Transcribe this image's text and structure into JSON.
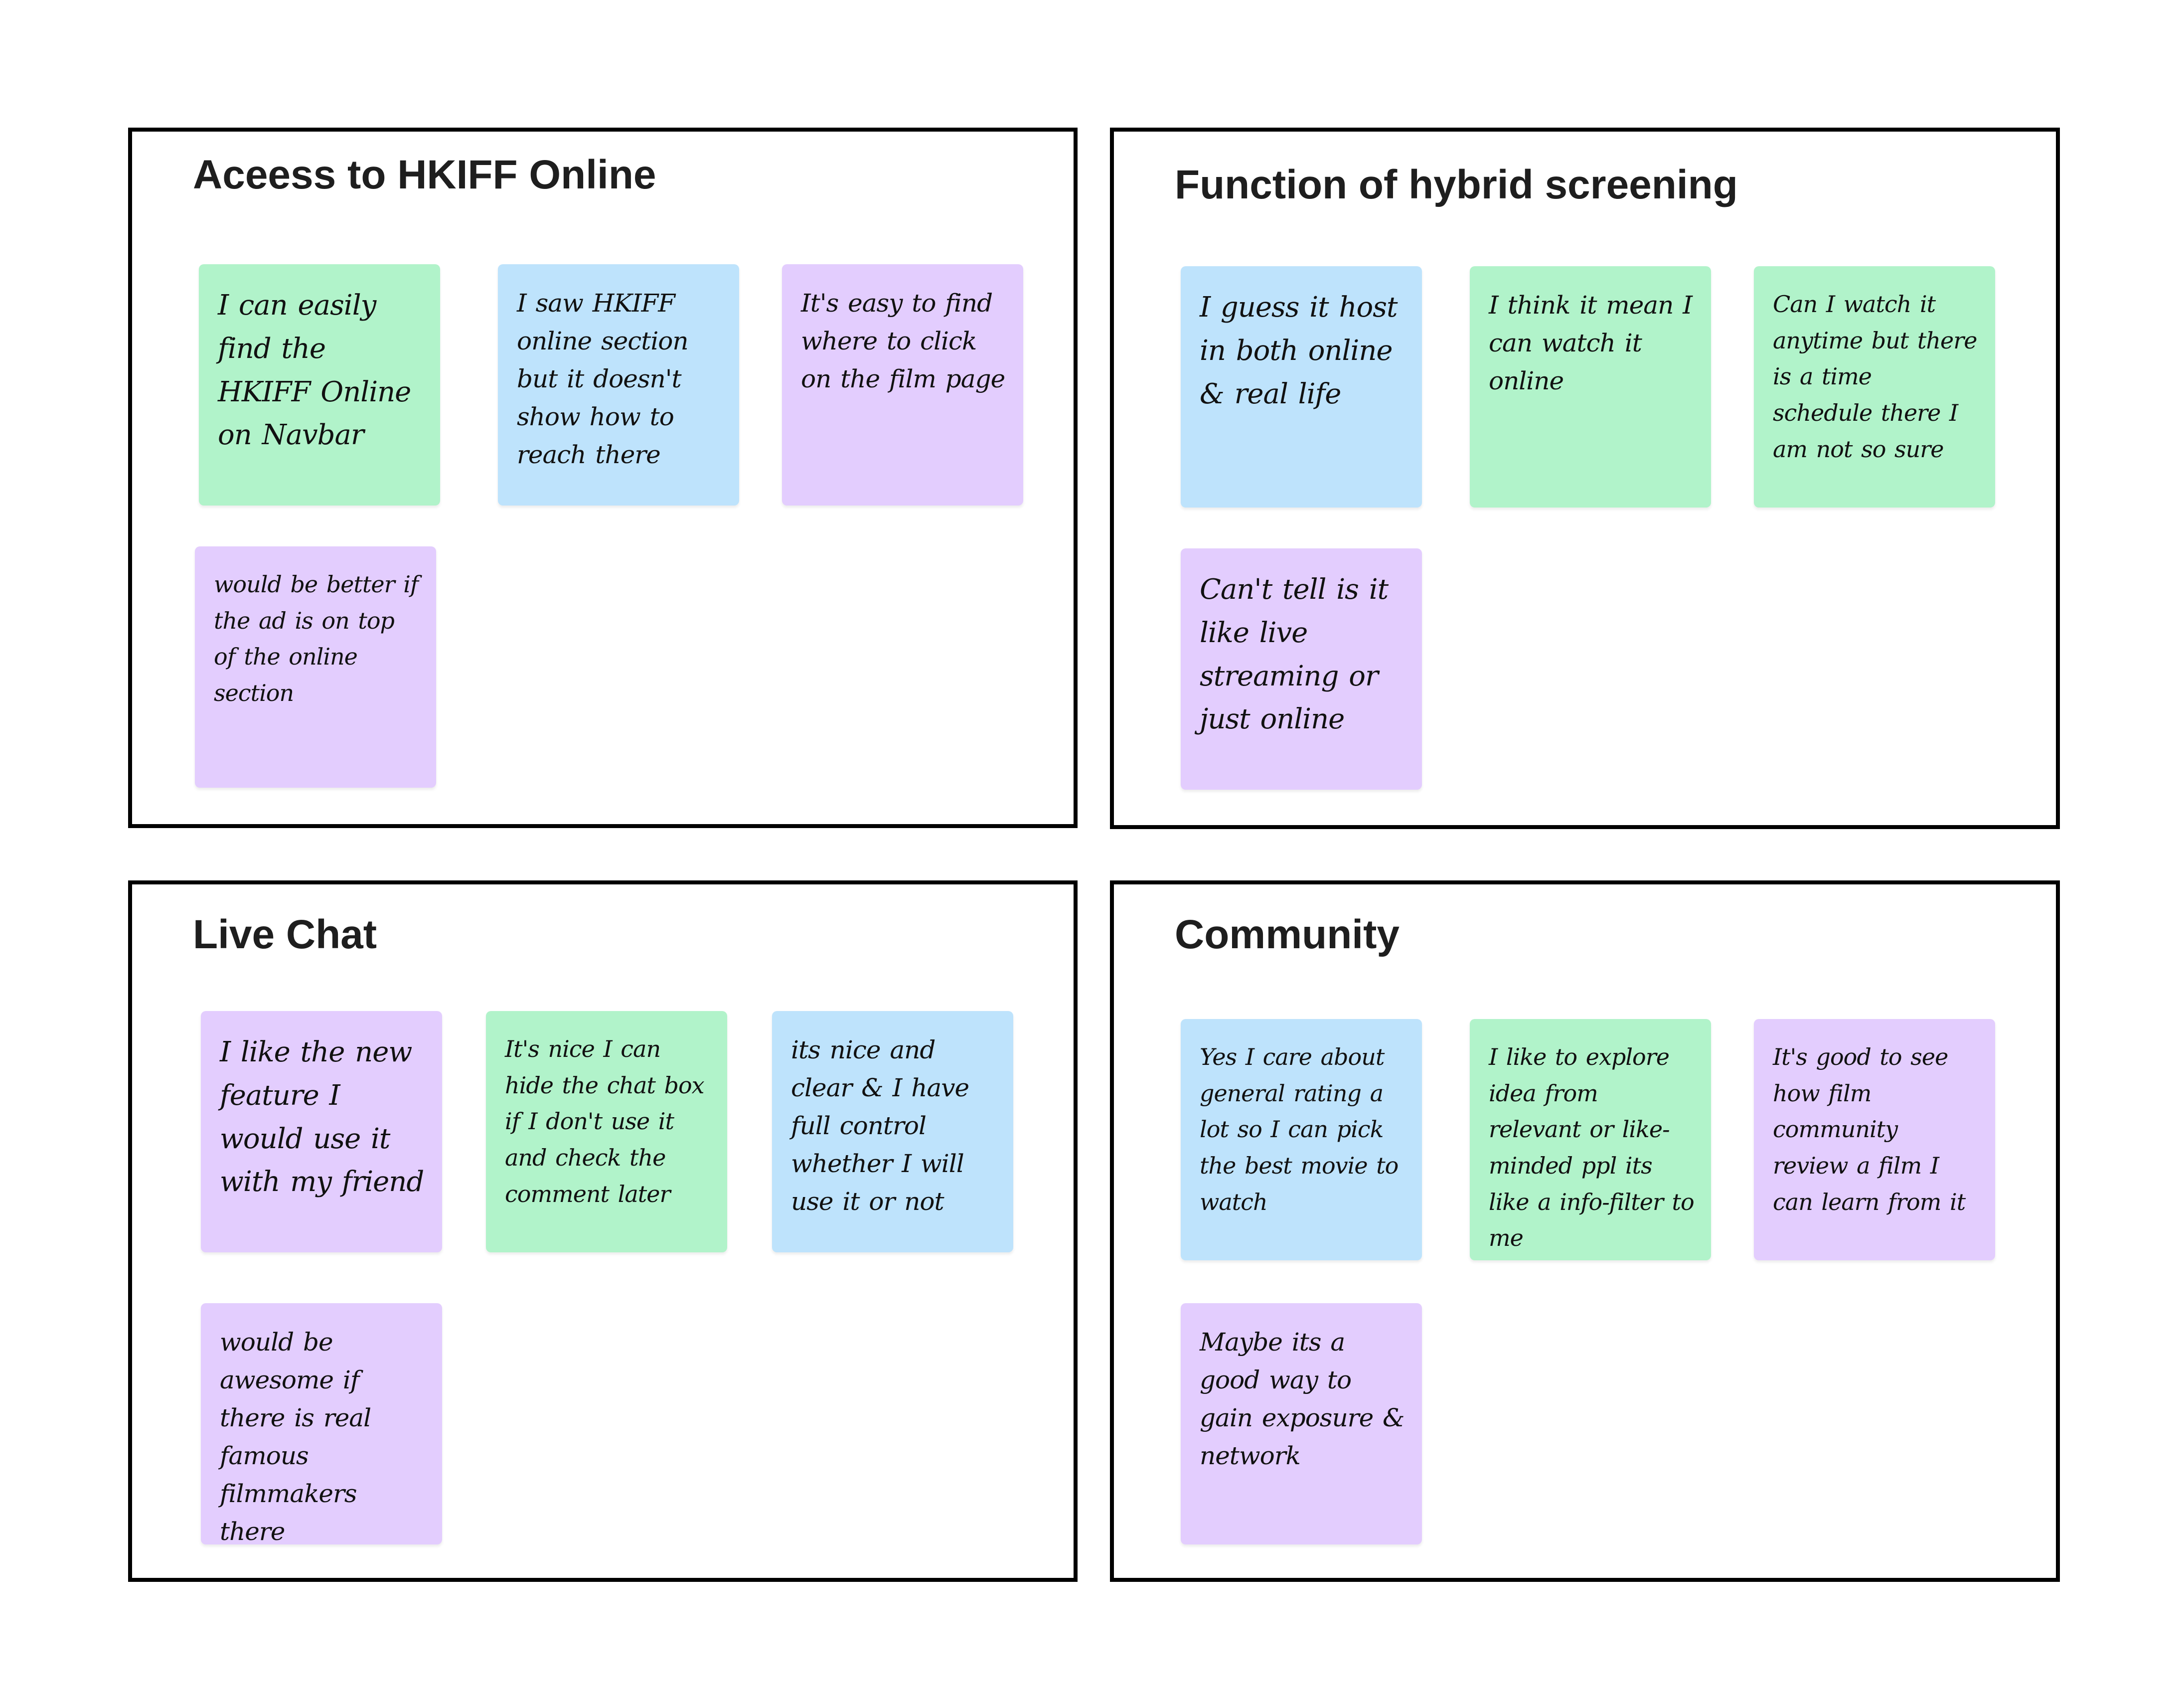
{
  "colors": {
    "note_green": "#b1f3ca",
    "note_blue": "#bee3fc",
    "note_purple": "#e3cdfe",
    "frame_border": "#000000"
  },
  "boards": [
    {
      "title": "Aceess to HKIFF Online",
      "notes": [
        {
          "text": "I can easily find the HKIFF Online on Navbar",
          "color": "green"
        },
        {
          "text": "I saw HKIFF online section but it doesn't show how to reach there",
          "color": "blue"
        },
        {
          "text": "It's easy to find where to click on the film page",
          "color": "purple"
        },
        {
          "text": "would be better if the ad is on top of the online section",
          "color": "purple"
        }
      ]
    },
    {
      "title": "Function of hybrid screening",
      "notes": [
        {
          "text": "I guess it host in both online & real life",
          "color": "blue"
        },
        {
          "text": "I think it mean I can watch it online",
          "color": "green"
        },
        {
          "text": "Can I watch it anytime but there is a time schedule there I am not so sure",
          "color": "green"
        },
        {
          "text": "Can't tell is it like live streaming or just online",
          "color": "purple"
        }
      ]
    },
    {
      "title": "Live Chat",
      "notes": [
        {
          "text": "I like the new feature I would use it with my friend",
          "color": "purple"
        },
        {
          "text": "It's nice I can hide the chat box if I don't use it and check the comment later",
          "color": "green"
        },
        {
          "text": "its nice and clear & I have full control whether I will use it or not",
          "color": "blue"
        },
        {
          "text": "would be awesome if there is real famous filmmakers there",
          "color": "purple"
        }
      ]
    },
    {
      "title": "Community",
      "notes": [
        {
          "text": "Yes I care about general rating a lot so I can pick the best movie to watch",
          "color": "blue"
        },
        {
          "text": "I like to explore idea from relevant or like-minded ppl its like a info-filter to me",
          "color": "green"
        },
        {
          "text": "It's good to see how film community review a film I can learn from it",
          "color": "purple"
        },
        {
          "text": "Maybe its a good way to gain exposure & network",
          "color": "purple"
        }
      ]
    }
  ]
}
